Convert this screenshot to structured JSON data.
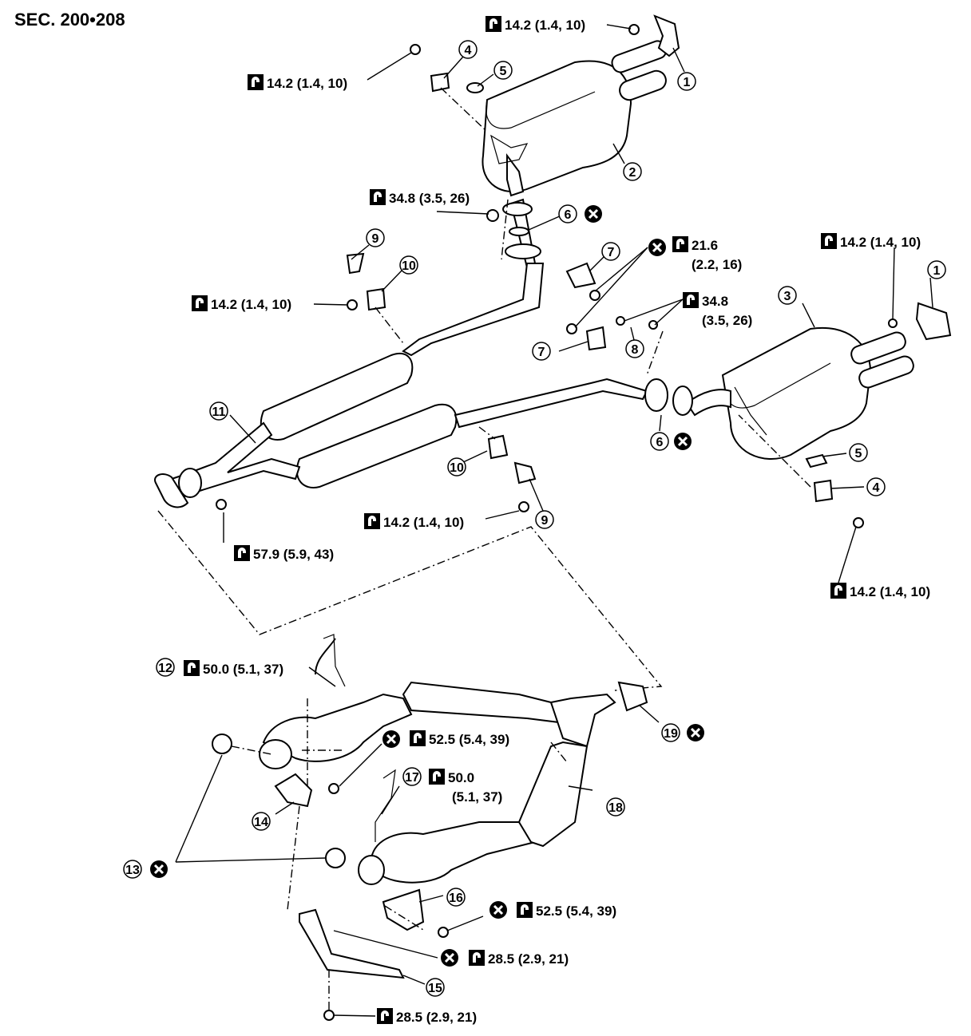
{
  "section": "SEC. 200•208",
  "torque": {
    "t_top_right": "14.2 (1.4, 10)",
    "t_top_left": "14.2 (1.4, 10)",
    "t_front_tube": "34.8 (3.5, 26)",
    "t_clamp_upper": "21.6",
    "t_clamp_lower": "(2.2, 16)",
    "t_right_top": "14.2 (1.4, 10)",
    "t_b8_upper": "34.8",
    "t_b8_lower": "(3.5, 26)",
    "t_mount_left": "14.2 (1.4, 10)",
    "t_mount_mid": "14.2 (1.4, 10)",
    "t_front_nut": "57.9 (5.9, 43)",
    "t_rear_right": "14.2 (1.4, 10)",
    "t_sensor_1": "50.0 (5.1, 37)",
    "t_cat_nut_1": "52.5 (5.4, 39)",
    "t_sensor_2_upper": "50.0",
    "t_sensor_2_lower": "(5.1, 37)",
    "t_cat_nut_2": "52.5 (5.4, 39)",
    "t_bracket": "28.5 (2.9, 21)",
    "t_bottom": "28.5 (2.9, 21)"
  },
  "callouts": [
    "1",
    "1",
    "2",
    "3",
    "4",
    "4",
    "5",
    "5",
    "6",
    "6",
    "7",
    "7",
    "8",
    "9",
    "9",
    "10",
    "10",
    "11",
    "12",
    "13",
    "14",
    "15",
    "16",
    "17",
    "18",
    "19"
  ],
  "icons": {
    "torque": "torque-wrench-icon",
    "replace": "do-not-reuse-icon"
  }
}
